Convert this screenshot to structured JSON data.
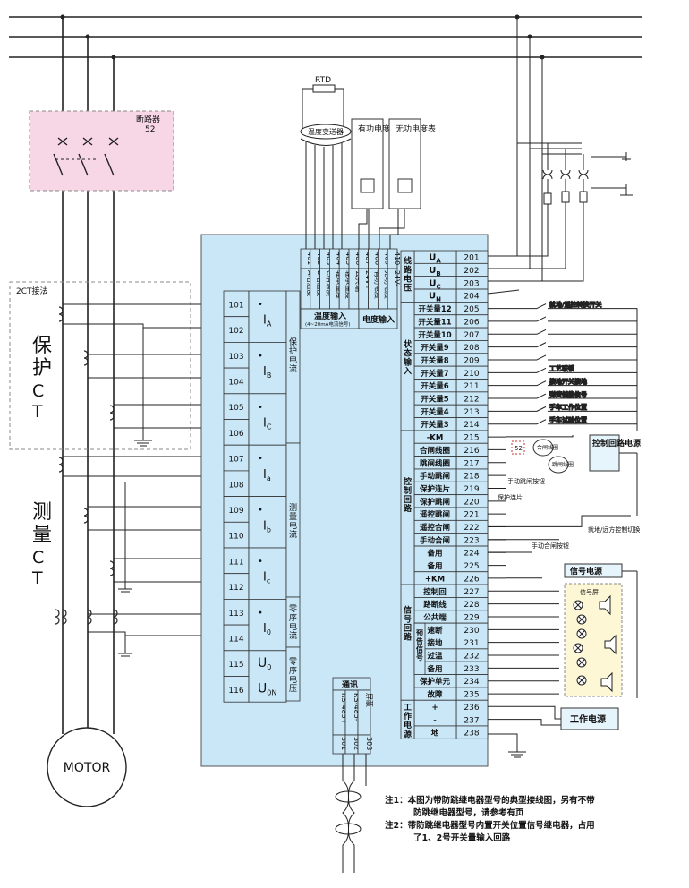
{
  "breaker": {
    "label": "断路器",
    "number": "52"
  },
  "ct2": {
    "label": "2CT接法"
  },
  "side_labels": {
    "protect_ct": "保护CT",
    "measure_ct": "测量CT"
  },
  "motor": {
    "label": "MOTOR"
  },
  "rtd": {
    "label": "RTD",
    "transmitter": "温度变送器"
  },
  "meters": {
    "active": "有功电度表",
    "reactive": "无功电度表"
  },
  "left_terminals": [
    {
      "num": "101",
      "sym": "I",
      "sub": "A"
    },
    {
      "num": "102",
      "sym": "",
      "sub": ""
    },
    {
      "num": "103",
      "sym": "I",
      "sub": "B"
    },
    {
      "num": "104",
      "sym": "",
      "sub": ""
    },
    {
      "num": "105",
      "sym": "I",
      "sub": "C"
    },
    {
      "num": "106",
      "sym": "",
      "sub": ""
    },
    {
      "num": "107",
      "sym": "I",
      "sub": "a"
    },
    {
      "num": "108",
      "sym": "",
      "sub": ""
    },
    {
      "num": "109",
      "sym": "I",
      "sub": "b"
    },
    {
      "num": "110",
      "sym": "",
      "sub": ""
    },
    {
      "num": "111",
      "sym": "I",
      "sub": "c"
    },
    {
      "num": "112",
      "sym": "",
      "sub": ""
    },
    {
      "num": "113",
      "sym": "I",
      "sub": "0"
    },
    {
      "num": "114",
      "sym": "",
      "sub": ""
    },
    {
      "num": "115",
      "sym": "U",
      "sub": "0"
    },
    {
      "num": "116",
      "sym": "U",
      "sub": "0N"
    }
  ],
  "left_groups": {
    "protect": "保护电流",
    "measure": "测量电流",
    "zero_i": "零序电流",
    "zero_u": "零序电压"
  },
  "top_terminals": {
    "nums": [
      "401",
      "402",
      "403",
      "404",
      "405",
      "406",
      "407",
      "408",
      "409",
      "410"
    ],
    "labels": [
      "A相温度",
      "B相温度",
      "C相温度",
      "轴承温度",
      "轴承温度",
      "公共端",
      "24V+",
      "有功电度",
      "无功电度",
      "24V-"
    ],
    "temp_input": "温度输入",
    "temp_note": "(4~20mA电流信号)",
    "energy_input": "电度输入"
  },
  "comm": {
    "label": "通讯",
    "nums": [
      "301",
      "302",
      "303"
    ],
    "labels": [
      "RS-485+",
      "RS-485-",
      "屏蔽"
    ]
  },
  "right_terminals": [
    {
      "num": "201",
      "label": "U",
      "sub": "A"
    },
    {
      "num": "202",
      "label": "U",
      "sub": "B"
    },
    {
      "num": "203",
      "label": "U",
      "sub": "C"
    },
    {
      "num": "204",
      "label": "U",
      "sub": "N"
    },
    {
      "num": "205",
      "label": "开关量12",
      "sub": ""
    },
    {
      "num": "206",
      "label": "开关量11",
      "sub": ""
    },
    {
      "num": "207",
      "label": "开关量10",
      "sub": ""
    },
    {
      "num": "208",
      "label": "开关量9",
      "sub": ""
    },
    {
      "num": "209",
      "label": "开关量8",
      "sub": ""
    },
    {
      "num": "210",
      "label": "开关量7",
      "sub": ""
    },
    {
      "num": "211",
      "label": "开关量6",
      "sub": ""
    },
    {
      "num": "212",
      "label": "开关量5",
      "sub": ""
    },
    {
      "num": "213",
      "label": "开关量4",
      "sub": ""
    },
    {
      "num": "214",
      "label": "开关量3",
      "sub": ""
    },
    {
      "num": "215",
      "label": "-KM",
      "sub": ""
    },
    {
      "num": "216",
      "label": "合闸线圈",
      "sub": ""
    },
    {
      "num": "217",
      "label": "跳闸线圈",
      "sub": ""
    },
    {
      "num": "218",
      "label": "手动跳闸",
      "sub": ""
    },
    {
      "num": "219",
      "label": "保护连片",
      "sub": ""
    },
    {
      "num": "220",
      "label": "保护跳闸",
      "sub": ""
    },
    {
      "num": "221",
      "label": "遥控跳闸",
      "sub": ""
    },
    {
      "num": "222",
      "label": "遥控合闸",
      "sub": ""
    },
    {
      "num": "223",
      "label": "手动合闸",
      "sub": ""
    },
    {
      "num": "224",
      "label": "备用",
      "sub": ""
    },
    {
      "num": "225",
      "label": "备用",
      "sub": ""
    },
    {
      "num": "226",
      "label": "+KM",
      "sub": ""
    },
    {
      "num": "227",
      "label": "控制回",
      "sub": ""
    },
    {
      "num": "228",
      "label": "路断线",
      "sub": ""
    },
    {
      "num": "229",
      "label": "公共端",
      "sub": ""
    },
    {
      "num": "230",
      "label": "速断",
      "sub": ""
    },
    {
      "num": "231",
      "label": "接地",
      "sub": ""
    },
    {
      "num": "232",
      "label": "过温",
      "sub": ""
    },
    {
      "num": "233",
      "label": "备用",
      "sub": ""
    },
    {
      "num": "234",
      "label": "保护单元",
      "sub": ""
    },
    {
      "num": "235",
      "label": "故障",
      "sub": ""
    },
    {
      "num": "236",
      "label": "+",
      "sub": ""
    },
    {
      "num": "237",
      "label": "-",
      "sub": ""
    },
    {
      "num": "238",
      "label": "地",
      "sub": ""
    }
  ],
  "right_groups": {
    "line_voltage": "线路电压",
    "switch_input": "状态输入",
    "control": "控制回路",
    "signal": "信号回路",
    "preset": "预告信号",
    "power": "工作电源"
  },
  "right_notes": {
    "n205": "就地/遥控转换开关",
    "n210": "工艺联锁",
    "n211": "接地开关接地",
    "n212": "弹簧储能信号",
    "n213": "手车工作位置",
    "n214": "手车试验位置",
    "ctrl_power": "控制回路电源",
    "close_coil": "合闸线圈",
    "trip_coil": "跳闸线圈",
    "breaker_52": "52",
    "manual_trip_btn": "手动跳闸按钮",
    "protect_plate": "保护连片",
    "local_remote": "就地/远方控制切换",
    "manual_close_btn": "手动合闸按钮",
    "signal_power": "信号电源",
    "signal_panel": "信号屏",
    "work_power": "工作电源"
  },
  "notes": [
    "注1：本图为带防跳继电器型号的典型接线图，另有不带",
    "防跳继电器型号，请参考有页",
    "注2：带防跳继电器型号内置开关位置信号继电器，占用",
    "了1、2号开关量输入回路"
  ]
}
